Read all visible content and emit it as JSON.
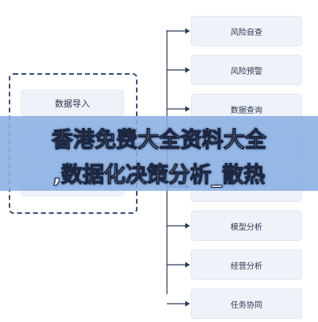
{
  "input_group": {
    "items": [
      "数据导入"
    ]
  },
  "modules": [
    {
      "label": "风险自查"
    },
    {
      "label": "风险预警"
    },
    {
      "label": "数据查询"
    },
    {
      "label": ""
    },
    {
      "label": ""
    },
    {
      "label": "模型分析"
    },
    {
      "label": "经营分析"
    },
    {
      "label": "任务协同"
    }
  ],
  "banner": {
    "line1": "香港免费大全资料大全",
    "line2": ",数据化决策分析_散热"
  },
  "colors": {
    "box_fill": "#eef3f9",
    "dashed_border": "#3d4f78",
    "connector": "#2f3a5a",
    "banner_overlay": "#8aafe2"
  }
}
